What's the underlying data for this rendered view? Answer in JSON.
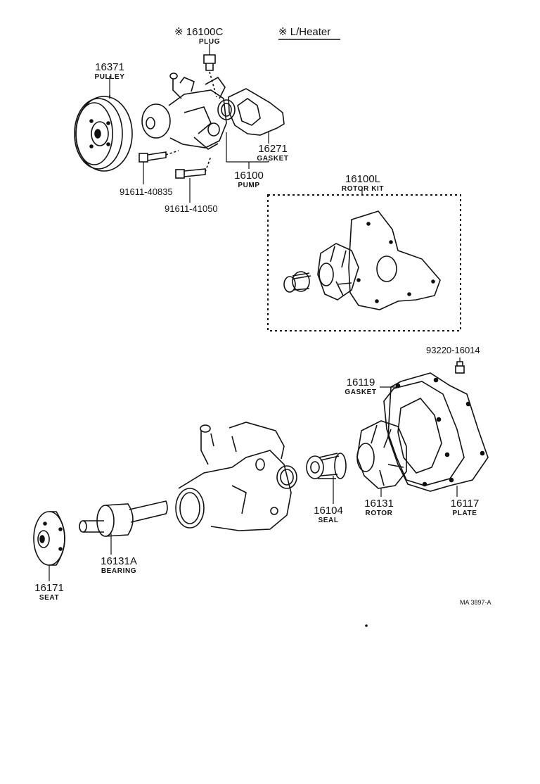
{
  "header": {
    "plug_note": "※ 16100C",
    "heater_note": "※ L/Heater"
  },
  "labels": {
    "plug": {
      "number": "16100C",
      "name": "PLUG"
    },
    "pulley": {
      "number": "16371",
      "name": "PULLEY"
    },
    "gasket_top": {
      "number": "16271",
      "name": "GASKET"
    },
    "pump": {
      "number": "16100",
      "name": "PUMP"
    },
    "bolt1": {
      "number": "91611-40835"
    },
    "bolt2": {
      "number": "91611-41050"
    },
    "rotor_kit": {
      "number": "16100L",
      "name": "ROTOR KIT"
    },
    "screw": {
      "number": "93220-16014"
    },
    "gasket_mid": {
      "number": "16119",
      "name": "GASKET"
    },
    "seal": {
      "number": "16104",
      "name": "SEAL"
    },
    "rotor": {
      "number": "16131",
      "name": "ROTOR"
    },
    "plate": {
      "number": "16117",
      "name": "PLATE"
    },
    "bearing": {
      "number": "16131A",
      "name": "BEARING"
    },
    "seat": {
      "number": "16171",
      "name": "SEAT"
    }
  },
  "footer": {
    "code": "MA 3897-A"
  }
}
